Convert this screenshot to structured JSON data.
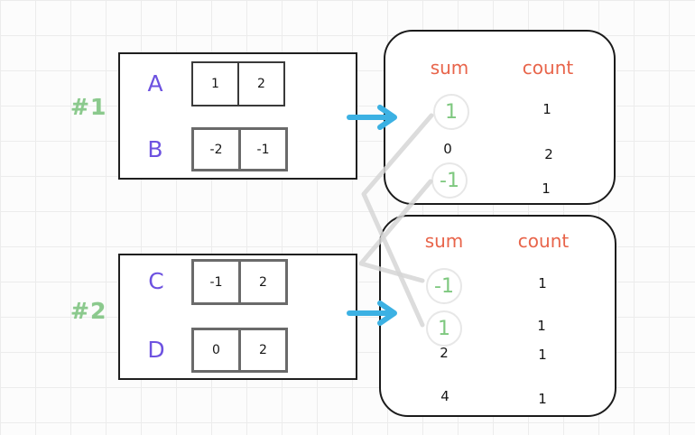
{
  "diagram": {
    "group1": {
      "label": "#1",
      "arrays": [
        {
          "name": "A",
          "cells": [
            "1",
            "2"
          ]
        },
        {
          "name": "B",
          "cells": [
            "-2",
            "-1"
          ]
        }
      ],
      "result": {
        "sum_header": "sum",
        "count_header": "count",
        "rows": [
          {
            "sum": "1",
            "count": "1",
            "highlight": true
          },
          {
            "sum": "0",
            "count": "2",
            "highlight": false
          },
          {
            "sum": "-1",
            "count": "1",
            "highlight": true
          }
        ]
      }
    },
    "group2": {
      "label": "#2",
      "arrays": [
        {
          "name": "C",
          "cells": [
            "-1",
            "2"
          ]
        },
        {
          "name": "D",
          "cells": [
            "0",
            "2"
          ]
        }
      ],
      "result": {
        "sum_header": "sum",
        "count_header": "count",
        "rows": [
          {
            "sum": "-1",
            "count": "1",
            "highlight": true
          },
          {
            "sum": "1",
            "count": "1",
            "highlight": true
          },
          {
            "sum": "2",
            "count": "1",
            "highlight": false
          },
          {
            "sum": "4",
            "count": "1",
            "highlight": false
          }
        ]
      }
    },
    "connectors": [
      {
        "from": "group1-sum-1",
        "to": "group2-sum-1"
      },
      {
        "from": "group1-sum--1",
        "to": "group2-sum--1"
      }
    ],
    "icons": {
      "arrow1": "flow-arrow-icon",
      "arrow2": "flow-arrow-icon"
    },
    "colors": {
      "highlight_green": "#7ec87f",
      "group_label_green": "#8bc98d",
      "array_name_purple": "#6d52e0",
      "header_orange": "#e8644a",
      "arrow_cyan": "#3cb1e3",
      "connector_gray": "#d6d6d6",
      "grid_line": "#ececec"
    }
  }
}
